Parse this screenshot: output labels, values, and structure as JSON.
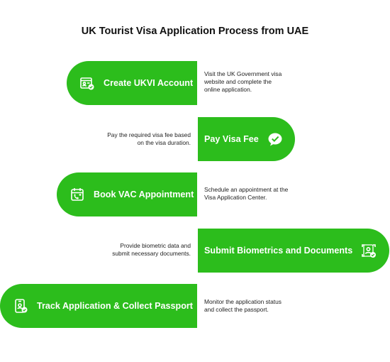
{
  "title": "UK Tourist Visa Application Process from UAE",
  "steps": [
    {
      "label": "Create UKVI Account",
      "icon": "account-form-icon",
      "description": [
        "Visit the UK Government visa",
        "website and complete the",
        "online application."
      ]
    },
    {
      "label": "Pay Visa Fee",
      "icon": "payment-check-icon",
      "description": [
        "Pay the required visa fee based",
        "on the visa duration."
      ]
    },
    {
      "label": "Book VAC Appointment",
      "icon": "calendar-phone-icon",
      "description": [
        "Schedule an appointment at the",
        "Visa Application Center."
      ]
    },
    {
      "label": "Submit Biometrics and Documents",
      "icon": "biometric-scan-icon",
      "description": [
        "Provide biometric data and",
        "submit necessary documents."
      ]
    },
    {
      "label": "Track Application & Collect Passport",
      "icon": "phone-tracking-icon",
      "description": [
        "Monitor the application status",
        "and collect the passport."
      ]
    }
  ],
  "colors": {
    "accent": "#2cbd1c",
    "text": "#222222"
  }
}
